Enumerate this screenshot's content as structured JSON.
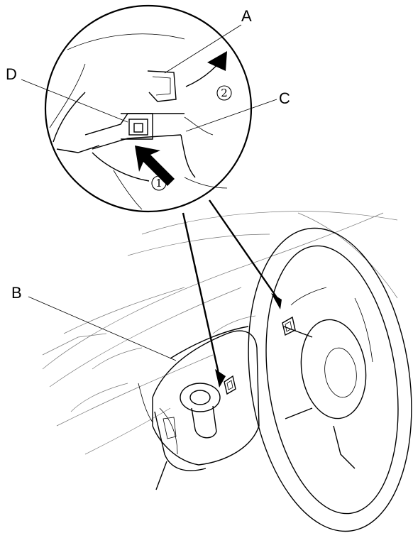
{
  "callouts": {
    "a": "A",
    "b": "B",
    "c": "C",
    "d": "D"
  },
  "steps": {
    "one": "1",
    "two": "2"
  }
}
